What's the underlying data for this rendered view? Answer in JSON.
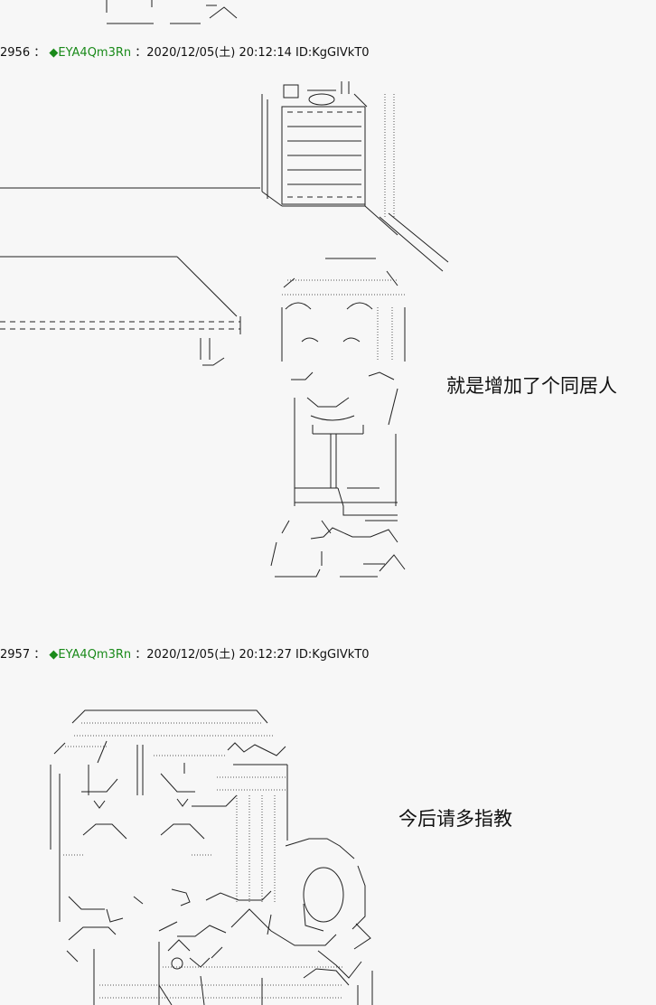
{
  "posts": [
    {
      "number": "2956",
      "separator": "：",
      "diamond": "◆",
      "trip": "EYA4Qm3Rn",
      "meta": "：2020/12/05(土) 20:12:14 ID:KgGIVkT0",
      "caption": "就是增加了个同居人"
    },
    {
      "number": "2957",
      "separator": "：",
      "diamond": "◆",
      "trip": "EYA4Qm3Rn",
      "meta": "：2020/12/05(土) 20:12:27 ID:KgGIVkT0",
      "caption": "今后请多指教"
    }
  ],
  "colors": {
    "trip": "#1a8a1a",
    "text": "#111111",
    "background": "#f7f7f7"
  }
}
